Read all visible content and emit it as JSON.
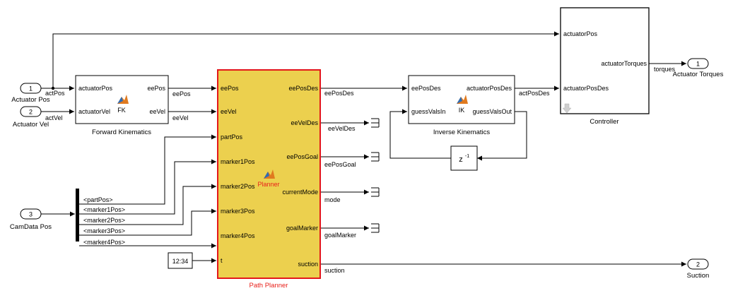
{
  "inports": [
    {
      "num": "1",
      "label": "Actuator Pos"
    },
    {
      "num": "2",
      "label": "Actuator Vel"
    },
    {
      "num": "3",
      "label": "CamData Pos"
    }
  ],
  "outports": [
    {
      "num": "1",
      "label": "Actuator Torques"
    },
    {
      "num": "2",
      "label": "Suction"
    }
  ],
  "fk": {
    "name": "Forward Kinematics",
    "center": "FK",
    "in": [
      "actuatorPos",
      "actuatorVel"
    ],
    "out": [
      "eePos",
      "eeVel"
    ]
  },
  "planner": {
    "name": "Path Planner",
    "center": "Planner",
    "in": [
      "eePos",
      "eeVel",
      "partPos",
      "marker1Pos",
      "marker2Pos",
      "marker3Pos",
      "marker4Pos",
      "t"
    ],
    "out": [
      "eePosDes",
      "eeVelDes",
      "eePosGoal",
      "currentMode",
      "goalMarker",
      "suction"
    ]
  },
  "ik": {
    "name": "Inverse Kinematics",
    "center": "IK",
    "in": [
      "eePosDes",
      "guessValsIn"
    ],
    "out": [
      "actuatorPosDes",
      "guessValsOut"
    ]
  },
  "controller": {
    "name": "Controller",
    "in": [
      "actuatorPos",
      "actuatorPosDes"
    ],
    "out": [
      "actuatorTorques"
    ]
  },
  "bus": [
    "<partPos>",
    "<marker1Pos>",
    "<marker2Pos>",
    "<marker3Pos>",
    "<marker4Pos>"
  ],
  "clock": "12:34",
  "delay": "z",
  "delay_exp": "-1",
  "signals": {
    "actPos": "actPos",
    "actVel": "actVel",
    "eePos": "eePos",
    "eeVel": "eeVel",
    "eePosDes": "eePosDes",
    "eeVelDes": "eeVelDes",
    "eePosGoal": "eePosGoal",
    "mode": "mode",
    "goalMarker": "goalMarker",
    "suction": "suction",
    "actPosDes": "actPosDes",
    "torques": "torques"
  },
  "colors": {
    "planner_fill": "#ecd04e",
    "planner_border": "#e3171b",
    "label_red": "#e8201a"
  }
}
